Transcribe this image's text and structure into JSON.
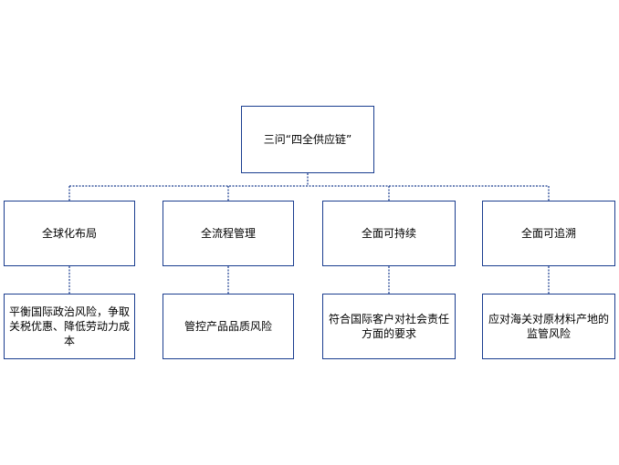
{
  "diagram": {
    "root": {
      "label": "三问“四全供应链”"
    },
    "categories": [
      {
        "label": "全球化布局",
        "detail": "平衡国际政治风险，争取关税优惠、降低劳动力成本"
      },
      {
        "label": "全流程管理",
        "detail": "管控产品品质风险"
      },
      {
        "label": "全面可持续",
        "detail": "符合国际客户对社会责任方面的要求"
      },
      {
        "label": "全面可追溯",
        "detail": "应对海关对原材料产地的监管风险"
      }
    ],
    "colors": {
      "box_border": "#1a3d8f",
      "connector": "#1a3d8f"
    }
  }
}
